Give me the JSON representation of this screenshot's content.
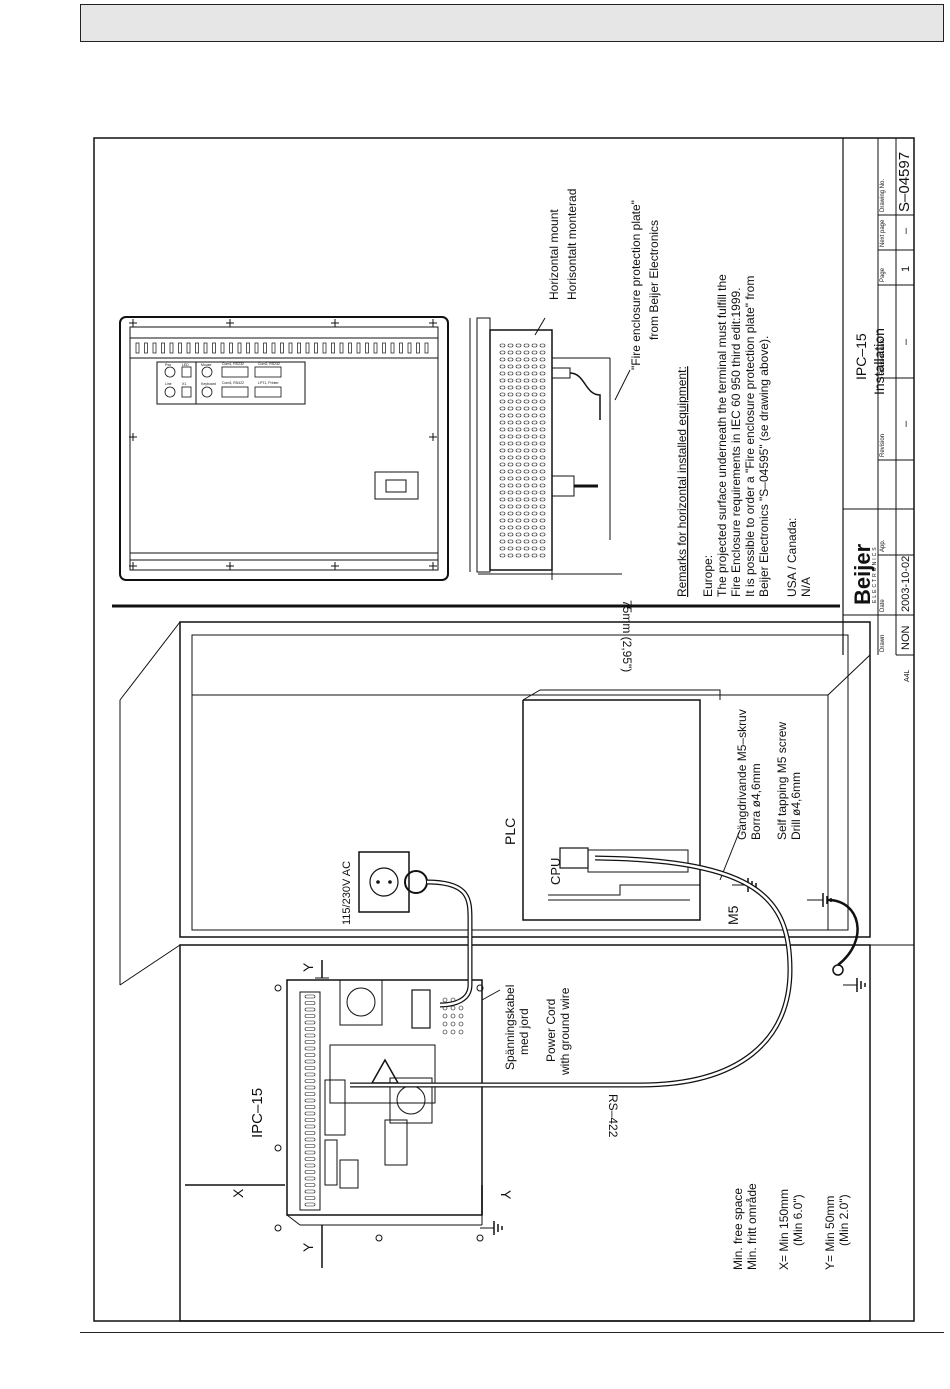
{
  "sheet": {
    "title_block": {
      "drawn_label": "Drawn",
      "drawn_value": "NON",
      "paper_size": "A4L",
      "date_label": "Date",
      "date_value": "2003-10-02",
      "app_label": "App.",
      "revision_label": "Revision",
      "revision_value": "–",
      "revision_date_label": "Revision date",
      "revision_date_value": "–",
      "page_label": "Page",
      "page_value": "1",
      "next_page_label": "Next page",
      "next_page_value": "–",
      "drawing_no_label": "Drawing No.",
      "drawing_no_value": "S–04597",
      "product": "IPC–15",
      "subject": "Installation",
      "logo_name": "Beijer",
      "logo_sub": "ELECTRONICS"
    }
  },
  "mount_view": {
    "horizontal_mount_en": "Horizontal mount",
    "horizontal_mount_sv": "Horisontalt monterad",
    "fire_plate_1": "\"Fire enclosure protection plate\"",
    "fire_plate_2": "from Beijer Electronics",
    "depth_dim": "75mm (2,95\")",
    "port_labels": [
      "Pwr",
      "LED",
      "Line",
      "X1",
      "Mouse",
      "Keyboard",
      "Com1, RS232",
      "Com2, RS232",
      "Com3, RS422",
      "LPT1, Printer"
    ]
  },
  "remarks": {
    "heading": "Remarks for horizontal installed equipment:",
    "europe_label": "Europe:",
    "europe_lines": [
      "The projected surface underneath the terminal must fulfill the",
      "Fire Enclosure requirements in IEC 60 950 third edit:1999.",
      "It is possible to order a \"Fire enclosure protection plate\" from",
      "Beijer Electronics \"S–04595\" (se drawing above)."
    ],
    "usa_label": "USA / Canada:",
    "usa_value": "N/A"
  },
  "cabinet": {
    "power_outlet": "115/230V AC",
    "plc": "PLC",
    "cpu": "CPU",
    "m5": "M5",
    "screw_lines": [
      "Gängdrivande M5–skruv",
      "Borra ø4,6mm",
      "Self tapping M5 screw",
      "Drill ø4,6mm"
    ],
    "ipc_label": "IPC–15",
    "power_cord_lines": [
      "Spänningskabel",
      "med jord",
      "Power Cord",
      "with ground wire"
    ],
    "rs422": "RS–422",
    "x_label": "X",
    "y_label": "Y",
    "free_space_lines": [
      "Min. free space",
      "Min. fritt område"
    ],
    "x_min_lines": [
      "X= Min 150mm",
      "(Min 6.0\")"
    ],
    "y_min_lines": [
      "Y= Min 50mm",
      "(Min 2.0\")"
    ]
  }
}
